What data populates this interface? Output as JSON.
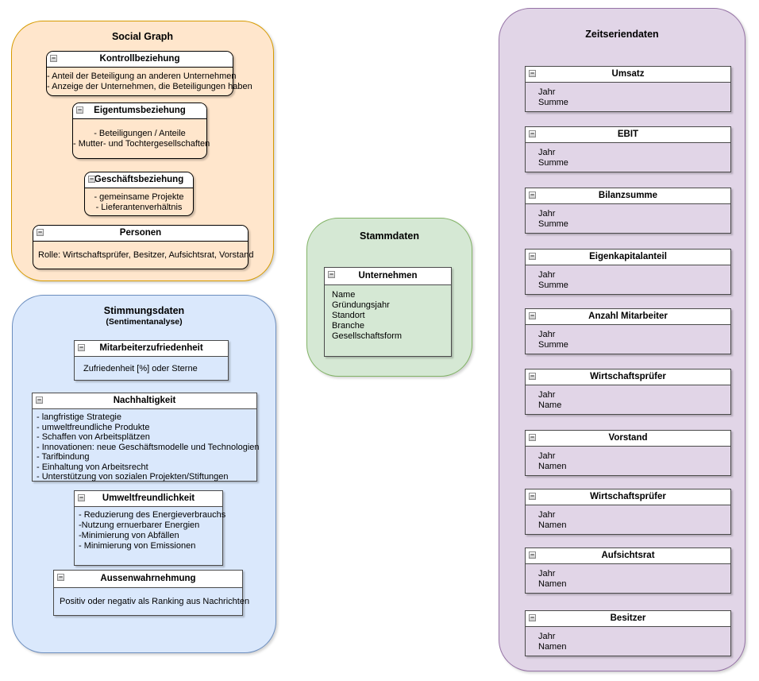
{
  "icons": {
    "collapse_glyph": "−"
  },
  "palette": {
    "social_fill": "#FFE6CC",
    "social_stroke": "#D79B00",
    "sentiment_fill": "#DAE8FC",
    "sentiment_stroke": "#6C8EBF",
    "stammdaten_fill": "#D5E8D4",
    "stammdaten_stroke": "#82B366",
    "zeitserien_fill": "#E1D5E7",
    "zeitserien_stroke": "#9673A6",
    "box_header_fill": "#FFFFFF",
    "text_color": "#000000"
  },
  "groups": {
    "social": {
      "title": "Social Graph",
      "boxes": [
        {
          "title": "Kontrollbeziehung",
          "lines": [
            "- Anteil der Beteiligung an anderen Unternehmen",
            "- Anzeige der Unternehmen, die Beteiligungen haben"
          ]
        },
        {
          "title": "Eigentumsbeziehung",
          "lines": [
            "- Beteiligungen / Anteile",
            "- Mutter- und Tochtergesellschaften"
          ]
        },
        {
          "title": "Geschäftsbeziehung",
          "lines": [
            "- gemeinsame Projekte",
            "- Lieferantenverhältnis"
          ]
        },
        {
          "title": "Personen",
          "lines": [
            "Rolle: Wirtschaftsprüfer, Besitzer, Aufsichtsrat, Vorstand"
          ]
        }
      ]
    },
    "sentiment": {
      "title": "Stimmungsdaten",
      "subtitle": "(Sentimentanalyse)",
      "boxes": [
        {
          "title": "Mitarbeiterzufriedenheit",
          "lines": [
            "Zufriedenheit [%] oder Sterne"
          ]
        },
        {
          "title": "Nachhaltigkeit",
          "lines": [
            "- langfristige Strategie",
            "- umweltfreundliche Produkte",
            "- Schaffen von Arbeitsplätzen",
            "- Innovationen: neue Geschäftsmodelle und Technologien",
            "- Tarifbindung",
            "- Einhaltung von Arbeitsrecht",
            "- Unterstützung von sozialen Projekten/Stiftungen"
          ]
        },
        {
          "title": "Umweltfreundlichkeit",
          "lines": [
            "- Reduzierung des Energieverbrauchs",
            "-Nutzung ernuerbarer Energien",
            "-Minimierung von Abfällen",
            "- Minimierung von Emissionen"
          ]
        },
        {
          "title": "Aussenwahrnehmung",
          "lines": [
            "Positiv oder negativ als Ranking aus Nachrichten"
          ]
        }
      ]
    },
    "stammdaten": {
      "title": "Stammdaten",
      "boxes": [
        {
          "title": "Unternehmen",
          "lines": [
            "Name",
            "Gründungsjahr",
            "Standort",
            "Branche",
            "Gesellschaftsform"
          ]
        }
      ]
    },
    "zeitserien": {
      "title": "Zeitseriendaten",
      "boxes": [
        {
          "title": "Umsatz",
          "lines": [
            "Jahr",
            "Summe"
          ]
        },
        {
          "title": "EBIT",
          "lines": [
            "Jahr",
            "Summe"
          ]
        },
        {
          "title": "Bilanzsumme",
          "lines": [
            "Jahr",
            "Summe"
          ]
        },
        {
          "title": "Eigenkapitalanteil",
          "lines": [
            "Jahr",
            "Summe"
          ]
        },
        {
          "title": "Anzahl Mitarbeiter",
          "lines": [
            "Jahr",
            "Summe"
          ]
        },
        {
          "title": "Wirtschaftsprüfer",
          "lines": [
            "Jahr",
            "Name"
          ]
        },
        {
          "title": "Vorstand",
          "lines": [
            "Jahr",
            "Namen"
          ]
        },
        {
          "title": "Wirtschaftsprüfer",
          "lines": [
            "Jahr",
            "Namen"
          ]
        },
        {
          "title": "Aufsichtsrat",
          "lines": [
            "Jahr",
            "Namen"
          ]
        },
        {
          "title": "Besitzer",
          "lines": [
            "Jahr",
            "Namen"
          ]
        }
      ]
    }
  }
}
